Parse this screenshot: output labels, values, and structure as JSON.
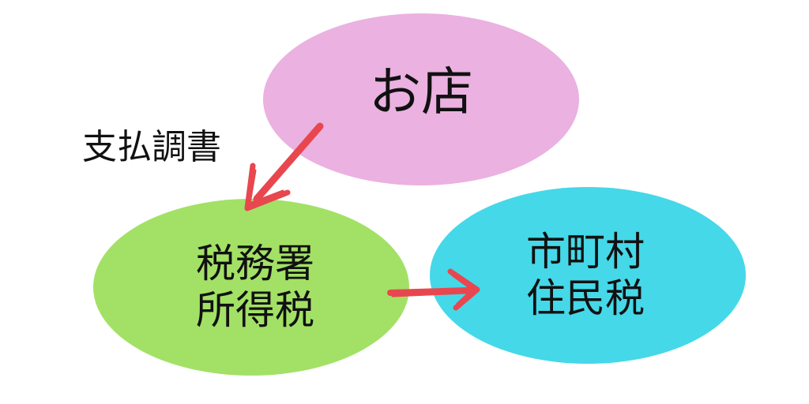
{
  "nodes": {
    "shop": {
      "label": "お店",
      "color": "#ebb1e0"
    },
    "tax_office": {
      "line1": "税務署",
      "line2": "所得税",
      "color": "#a2e166"
    },
    "municipality": {
      "line1": "市町村",
      "line2": "住民税",
      "color": "#45d8e8"
    }
  },
  "edges": {
    "shop_to_tax_office": {
      "label": "支払調書",
      "color": "#e8474f"
    },
    "tax_office_to_municipality": {
      "color": "#e8474f"
    }
  }
}
